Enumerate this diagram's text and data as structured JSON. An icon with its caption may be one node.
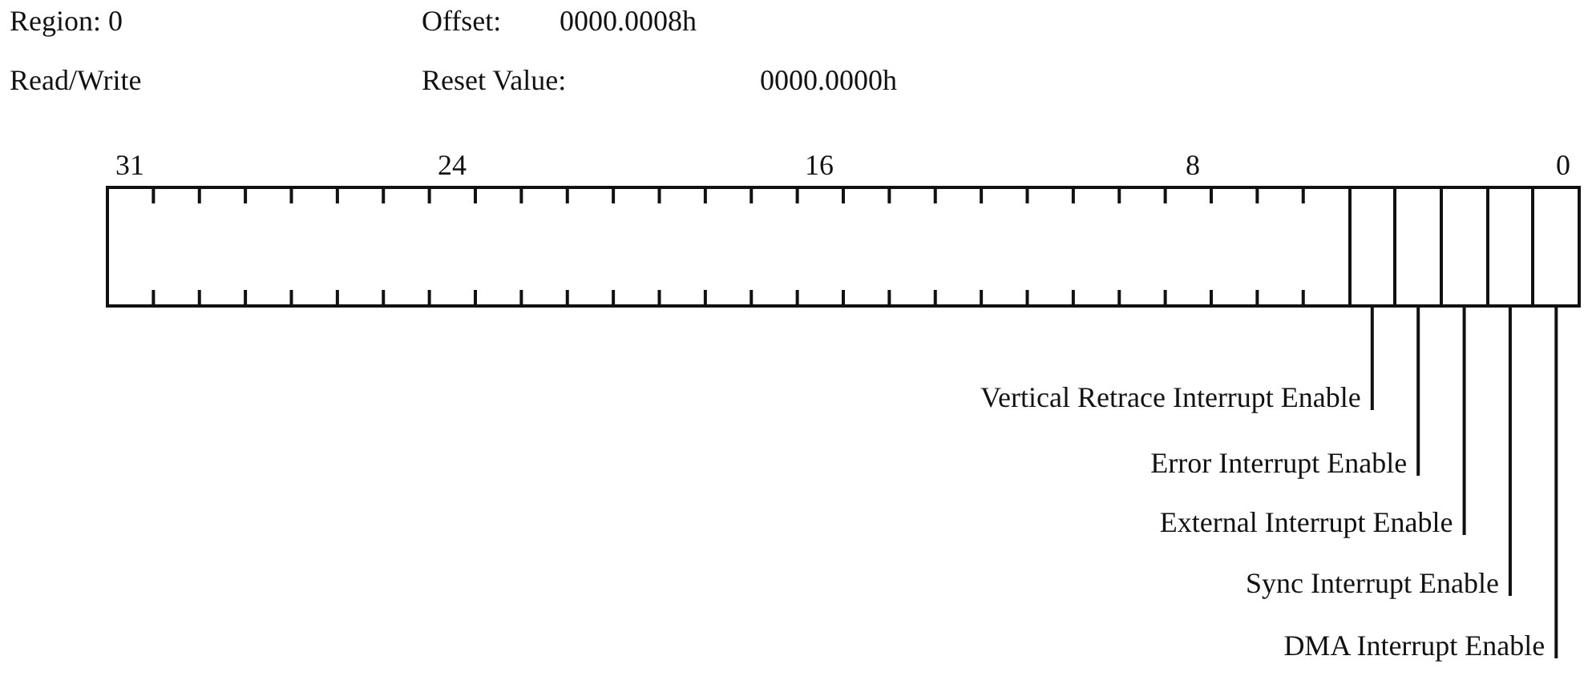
{
  "diagram": {
    "nodes": [
      {
        "text": [],
        "shape": "box"
      },
      {
        "text": [],
        "shape": "box"
      },
      {
        "text": [],
        "shape": "box"
      },
      {
        "text": [],
        "shape": "box"
      },
      {
        "text": [],
        "shape": "box"
      },
      {
        "text": [
          "Vertical Retrace Interrupt Enable"
        ]
      },
      {
        "text": [
          "Error Interrupt Enable"
        ]
      },
      {
        "text": [
          "External Interrupt Enable"
        ]
      },
      {
        "text": [
          "Sync Interrupt Enable"
        ]
      },
      {
        "text": [
          "DMA Interrupt Enable"
        ]
      }
    ],
    "edges": [
      {
        "from": 5,
        "to": 0,
        "arrow": "none"
      },
      {
        "from": 6,
        "to": 1,
        "arrow": "none"
      },
      {
        "from": 7,
        "to": 2,
        "arrow": "none"
      },
      {
        "from": 8,
        "to": 3,
        "arrow": "none"
      },
      {
        "from": 9,
        "to": 4,
        "arrow": "none"
      }
    ],
    "labels": [
      "Region: 0",
      "Offset:",
      "0000.0008h",
      "Read/Write",
      "Reset Value:",
      "0000.0000h",
      "31",
      "24",
      "16",
      "8",
      "0"
    ]
  }
}
